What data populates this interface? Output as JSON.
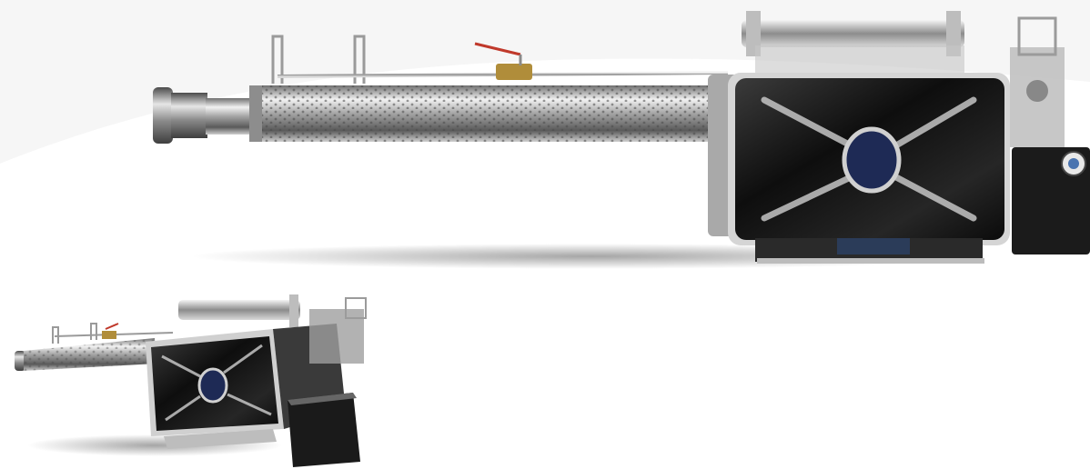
{
  "scene": {
    "background": "#ffffff",
    "photos": [
      {
        "name": "thermal-fogger-side-view",
        "view": "side"
      },
      {
        "name": "thermal-fogger-three-quarter-view",
        "view": "three-quarter"
      }
    ]
  },
  "colors": {
    "steel_light": "#e9e9e9",
    "steel_mid": "#9b9b9b",
    "steel_dark": "#3a3a3a",
    "tank_black": "#151515",
    "accent_valve": "#c0392b",
    "brass": "#b08d3a"
  }
}
